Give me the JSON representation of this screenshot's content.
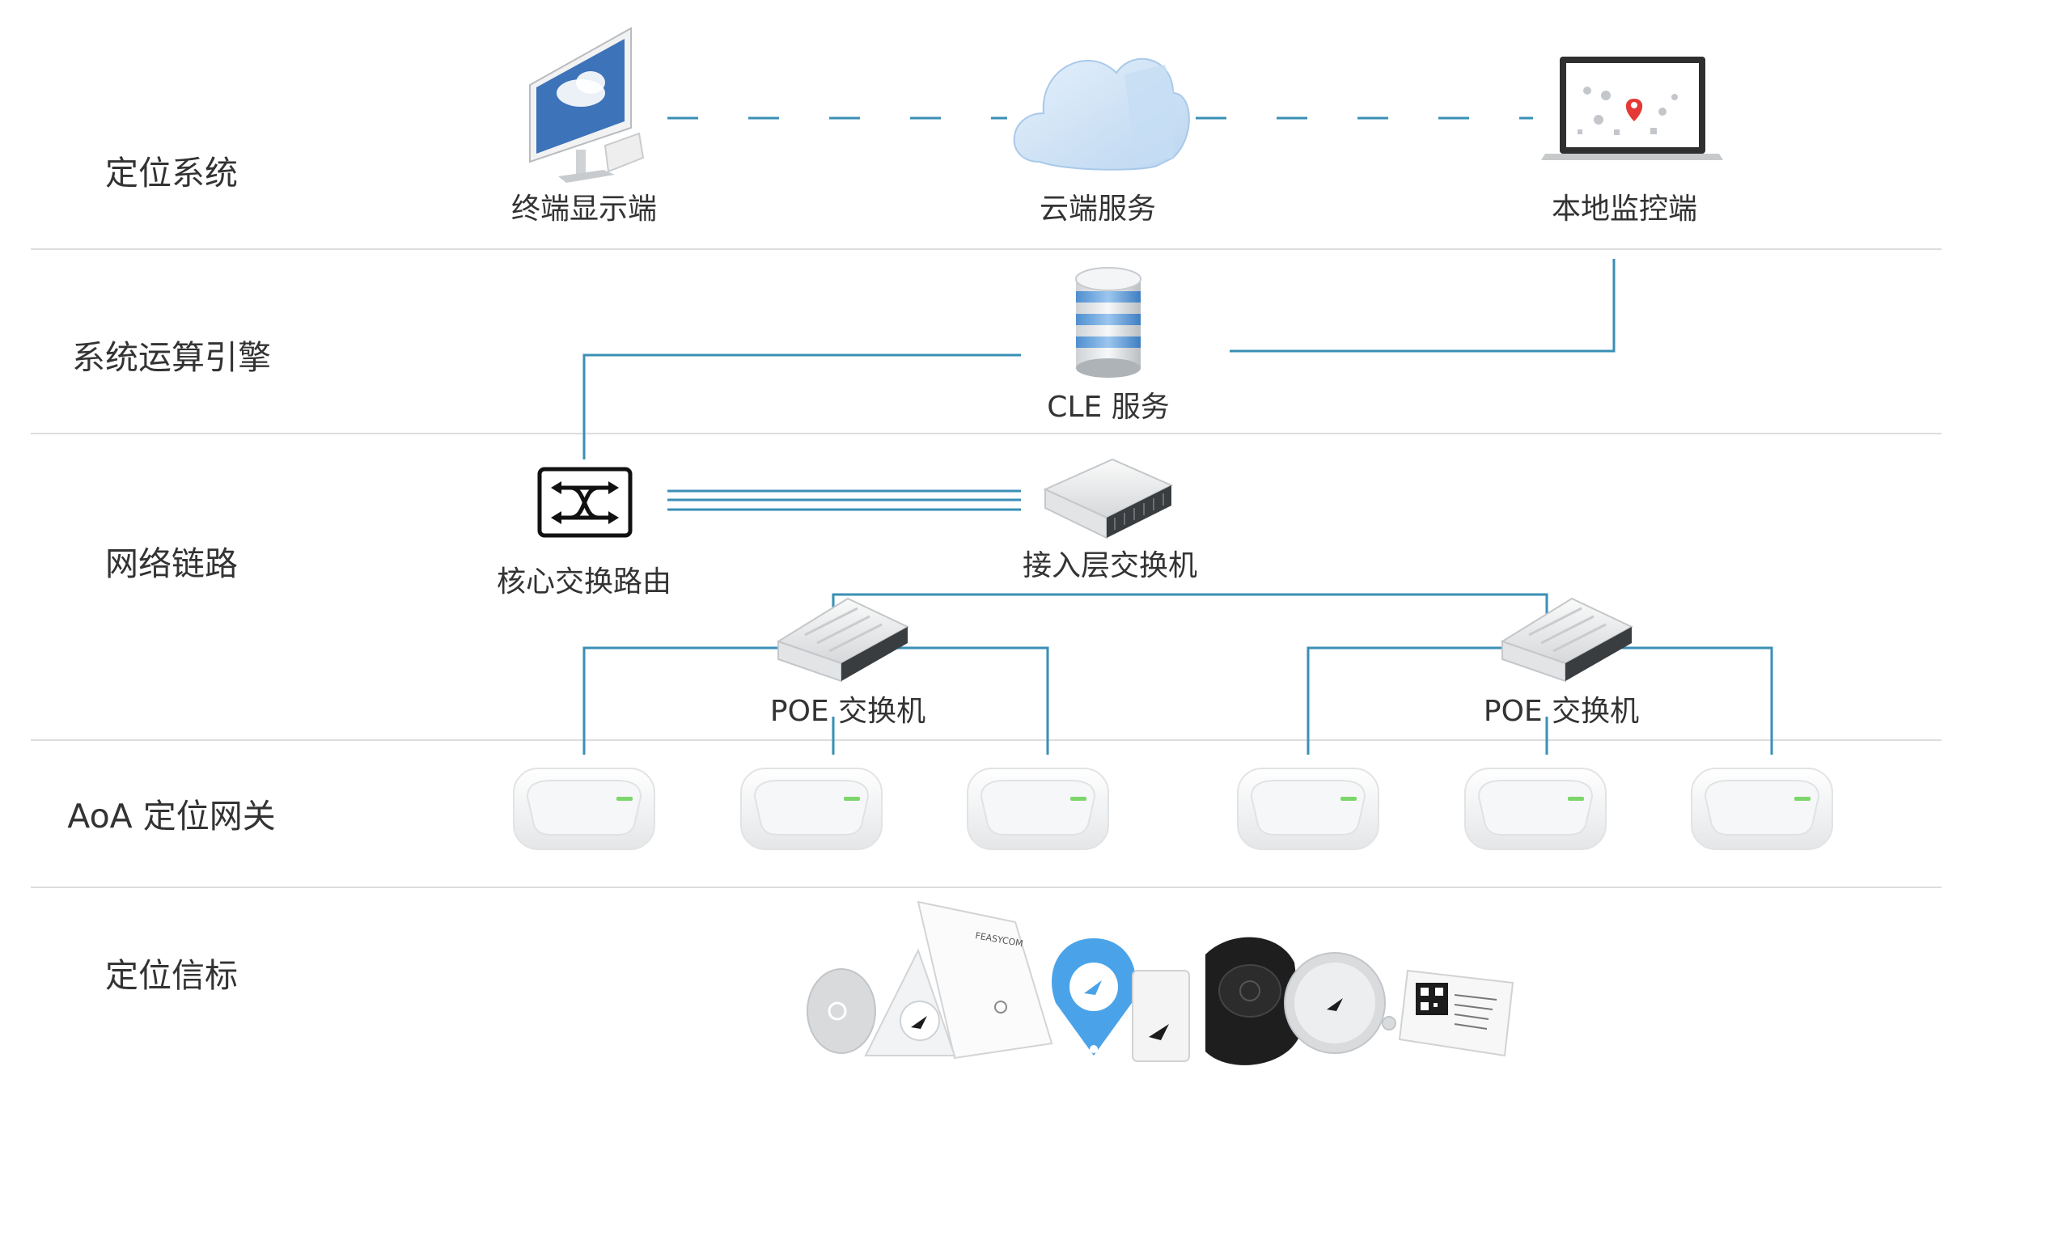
{
  "tiers": [
    {
      "label": "定位系统"
    },
    {
      "label": "系统运算引擎"
    },
    {
      "label": "网络链路"
    },
    {
      "label": "AoA 定位网关"
    },
    {
      "label": "定位信标"
    }
  ],
  "nodes": {
    "terminal_display": "终端显示端",
    "cloud_service": "云端服务",
    "local_monitor": "本地监控端",
    "cle_service": "CLE 服务",
    "core_switch": "核心交换路由",
    "access_switch": "接入层交换机",
    "poe_switch_left": {
      "prefix": "POE",
      "suffix": "交换机"
    },
    "poe_switch_right": {
      "prefix": "POE",
      "suffix": "交换机"
    }
  },
  "gateways_count": 6,
  "beacon_brand": "FEASYCOM",
  "colors": {
    "line": "#3a8fb5",
    "dash": "#3a8fb5",
    "divider": "#dddddd",
    "monitor_screen": "#3d73b8",
    "cloud": "#cfe3f7",
    "db_blue": "#6ea6dd",
    "pin_red": "#e53935",
    "led_green": "#7cd66b",
    "beacon_blue": "#4aa3e8"
  }
}
